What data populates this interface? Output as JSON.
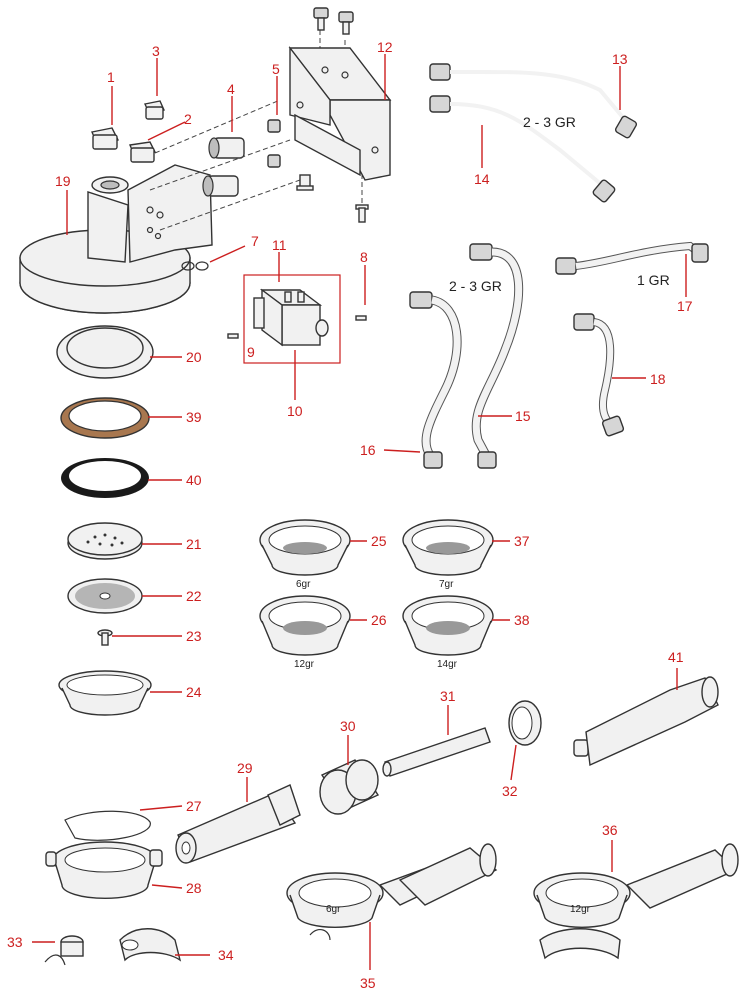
{
  "callouts": {
    "c1": "1",
    "c2": "2",
    "c3": "3",
    "c4": "4",
    "c5": "5",
    "c7": "7",
    "c8": "8",
    "c9": "9",
    "c10": "10",
    "c11": "11",
    "c12": "12",
    "c13": "13",
    "c14": "14",
    "c15": "15",
    "c16": "16",
    "c17": "17",
    "c18": "18",
    "c19": "19",
    "c20": "20",
    "c21": "21",
    "c22": "22",
    "c23": "23",
    "c24": "24",
    "c25": "25",
    "c26": "26",
    "c27": "27",
    "c28": "28",
    "c29": "29",
    "c30": "30",
    "c31": "31",
    "c32": "32",
    "c33": "33",
    "c34": "34",
    "c35": "35",
    "c36": "36",
    "c37": "37",
    "c38": "38",
    "c39": "39",
    "c40": "40",
    "c41": "41"
  },
  "labels": {
    "group_upper_tubes": "2 - 3 GR",
    "group_lower_tubes": "2 - 3 GR",
    "group_single": "1 GR"
  },
  "basket_sizes": {
    "b25": "6gr",
    "b37": "7gr",
    "b26": "12gr",
    "b38": "14gr",
    "h35": "6gr",
    "h36": "12gr"
  },
  "colors": {
    "callout": "#cc1f1f",
    "gasket_39": "#a8774f",
    "gasket_40": "#1a1a1a",
    "linework": "#333333"
  }
}
